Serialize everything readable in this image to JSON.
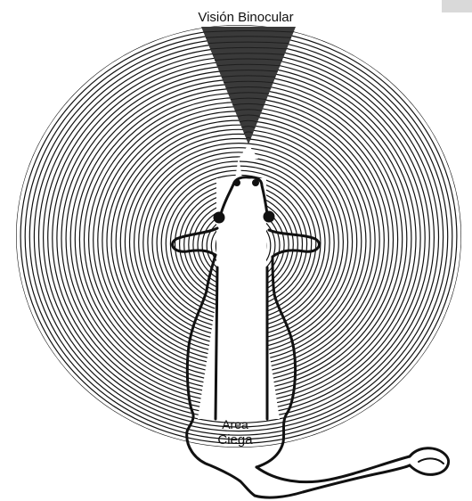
{
  "labels": {
    "binocular": "Visión Binocular",
    "blind_line1": "Area",
    "blind_line2": "Ciega"
  },
  "colors": {
    "ink": "#111111",
    "binocular_fill": "#3a3a3a",
    "background": "#ffffff"
  }
}
